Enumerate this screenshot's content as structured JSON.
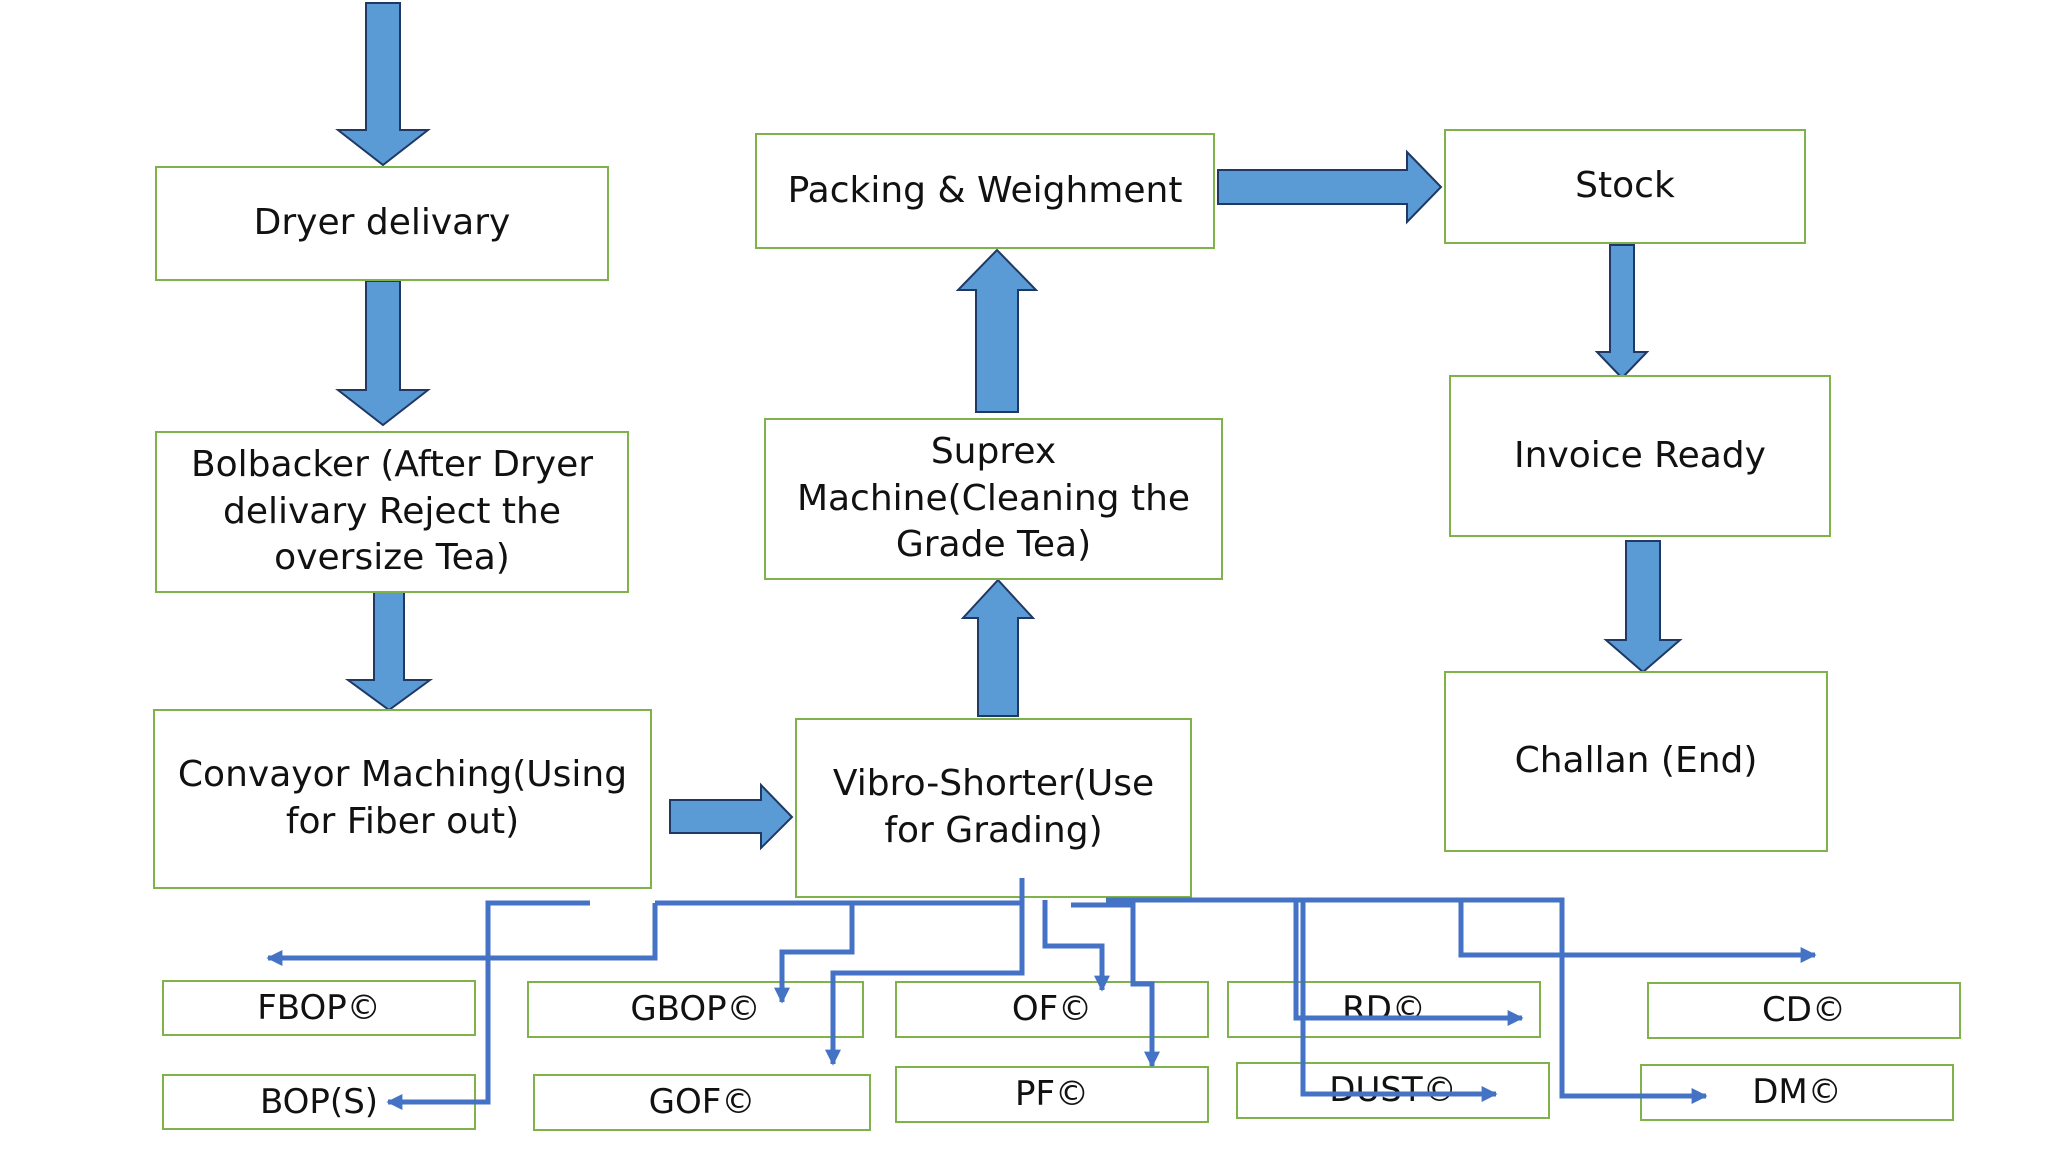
{
  "colors": {
    "box_border": "#7fb24a",
    "arrow_fill": "#5b9bd5",
    "arrow_stroke": "#1f3864",
    "line": "#4472c4"
  },
  "boxes": {
    "dryer_delivery": "Dryer delivary",
    "bolbacker": "Bolbacker (After Dryer delivary Reject the oversize Tea)",
    "convayor": "Convayor Maching(Using for Fiber out)",
    "vibro_shorter": "Vibro-Shorter(Use for Grading)",
    "suprex": "Suprex Machine(Cleaning the Grade Tea)",
    "packing": "Packing & Weighment",
    "stock": "Stock",
    "invoice": "Invoice Ready",
    "challan": "Challan  (End)"
  },
  "grades": {
    "fbop": "FBOP©",
    "bop_s": "BOP(S)",
    "gbop": "GBOP©",
    "gof": "GOF©",
    "of": "OF©",
    "pf": "PF©",
    "rd": "RD©",
    "dust": "DUST©",
    "cd": "CD©",
    "dm": "DM©"
  }
}
